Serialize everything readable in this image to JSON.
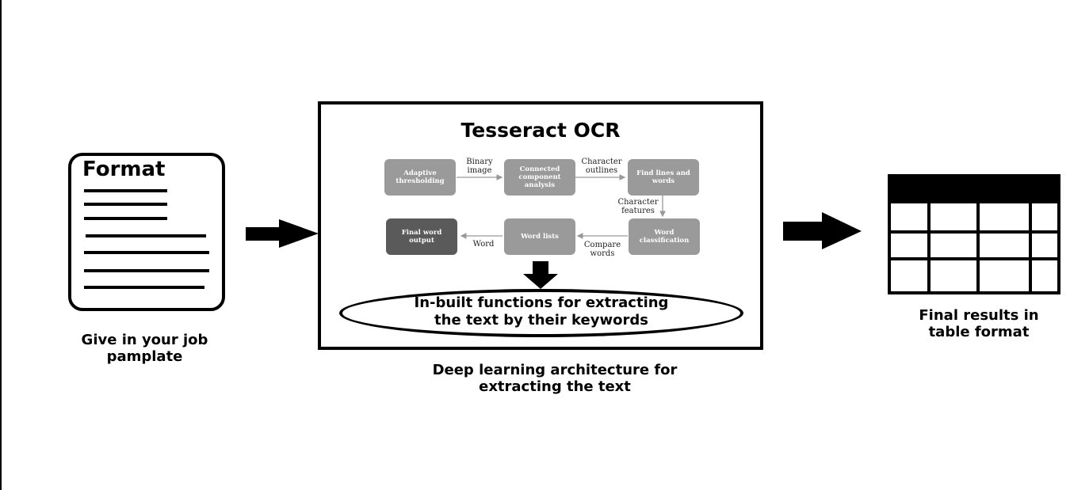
{
  "document": {
    "title": "Format",
    "caption_line1": "Give in your job",
    "caption_line2": "pamplate"
  },
  "tesseract": {
    "title": "Tesseract OCR",
    "nodes": {
      "adaptive_thresholding": "Adaptive thresholding",
      "connected_component": "Connected component analysis",
      "find_lines": "Find lines and words",
      "word_classification": "Word classification",
      "word_lists": "Word lists",
      "final_word_output": "Final word output"
    },
    "edges": {
      "binary_image": "Binary image",
      "character_outlines": "Character outlines",
      "character_features": "Character features",
      "compare_words": "Compare words",
      "word": "Word"
    },
    "oval_line1": "In-built functions for extracting",
    "oval_line2": "the text by their keywords",
    "caption_line1": "Deep learning architecture for",
    "caption_line2": "extracting the text"
  },
  "results": {
    "caption_line1": "Final results in",
    "caption_line2": "table format"
  },
  "colors": {
    "node_fill": "#9a9a9a",
    "node_dark_fill": "#5a5a5a",
    "line": "#000000"
  }
}
